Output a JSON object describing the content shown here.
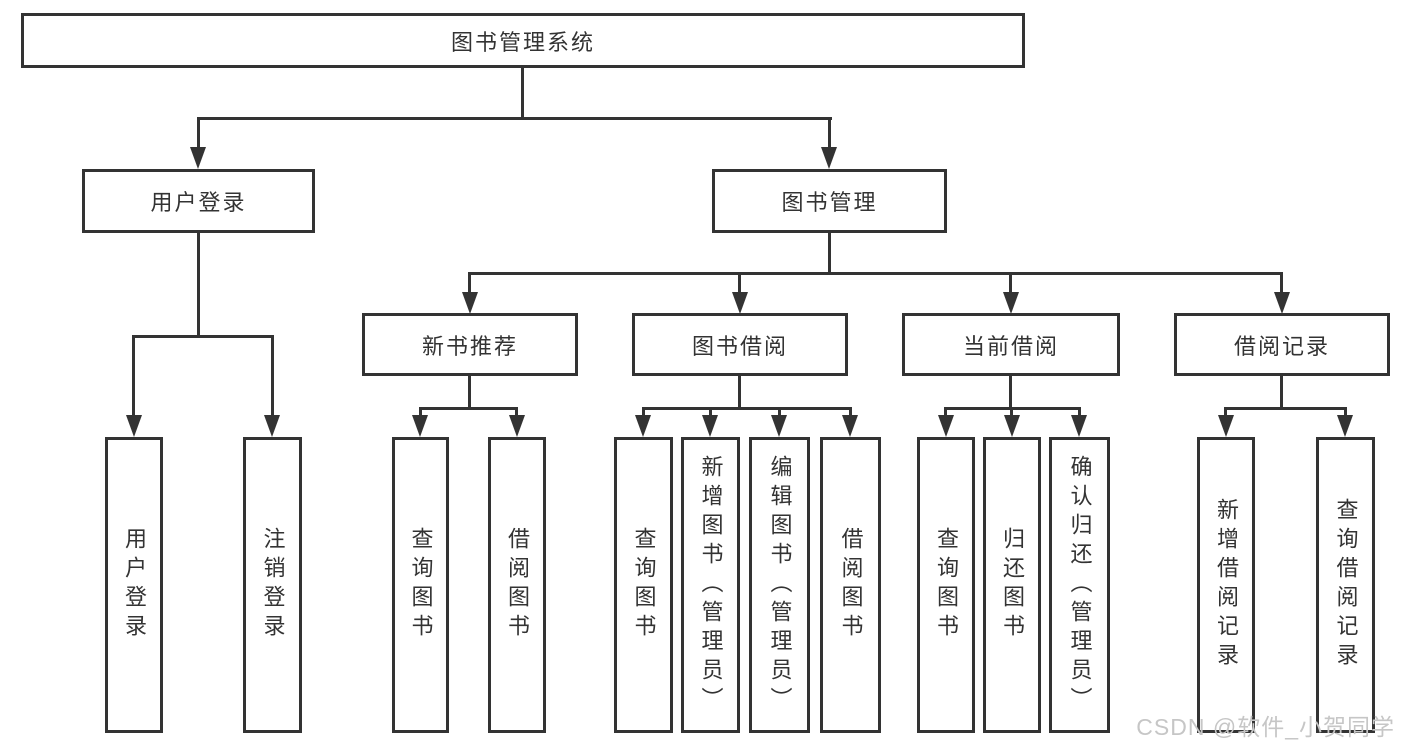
{
  "diagram": {
    "title": "图书管理系统",
    "nodes": {
      "root": {
        "label": "图书管理系统"
      },
      "user_login": {
        "label": "用户登录"
      },
      "book_mgmt": {
        "label": "图书管理"
      },
      "new_book_rec": {
        "label": "新书推荐"
      },
      "book_borrow": {
        "label": "图书借阅"
      },
      "current_borrow": {
        "label": "当前借阅"
      },
      "borrow_record": {
        "label": "借阅记录"
      },
      "leaf_user_login": {
        "label": "用户登录"
      },
      "leaf_logout": {
        "label": "注销登录"
      },
      "leaf_nb_query": {
        "label": "查询图书"
      },
      "leaf_nb_borrow": {
        "label": "借阅图书"
      },
      "leaf_bb_query": {
        "label": "查询图书"
      },
      "leaf_bb_add": {
        "label": "新增图书（管理员）"
      },
      "leaf_bb_edit": {
        "label": "编辑图书（管理员）"
      },
      "leaf_bb_borrow": {
        "label": "借阅图书"
      },
      "leaf_cb_query": {
        "label": "查询图书"
      },
      "leaf_cb_return": {
        "label": "归还图书"
      },
      "leaf_cb_confirm": {
        "label": "确认归还（管理员）"
      },
      "leaf_br_add": {
        "label": "新增借阅记录"
      },
      "leaf_br_query": {
        "label": "查询借阅记录"
      }
    },
    "edges": [
      [
        "图书管理系统",
        "用户登录"
      ],
      [
        "图书管理系统",
        "图书管理"
      ],
      [
        "用户登录",
        "用户登录"
      ],
      [
        "用户登录",
        "注销登录"
      ],
      [
        "图书管理",
        "新书推荐"
      ],
      [
        "图书管理",
        "图书借阅"
      ],
      [
        "图书管理",
        "当前借阅"
      ],
      [
        "图书管理",
        "借阅记录"
      ],
      [
        "新书推荐",
        "查询图书"
      ],
      [
        "新书推荐",
        "借阅图书"
      ],
      [
        "图书借阅",
        "查询图书"
      ],
      [
        "图书借阅",
        "新增图书（管理员）"
      ],
      [
        "图书借阅",
        "编辑图书（管理员）"
      ],
      [
        "图书借阅",
        "借阅图书"
      ],
      [
        "当前借阅",
        "查询图书"
      ],
      [
        "当前借阅",
        "归还图书"
      ],
      [
        "当前借阅",
        "确认归还（管理员）"
      ],
      [
        "借阅记录",
        "新增借阅记录"
      ],
      [
        "借阅记录",
        "查询借阅记录"
      ]
    ]
  },
  "watermark": {
    "text": "CSDN @软件_小贺同学"
  },
  "colors": {
    "line": "#333333",
    "text": "#333333",
    "watermark": "#c6c6c6",
    "background": "#ffffff"
  }
}
